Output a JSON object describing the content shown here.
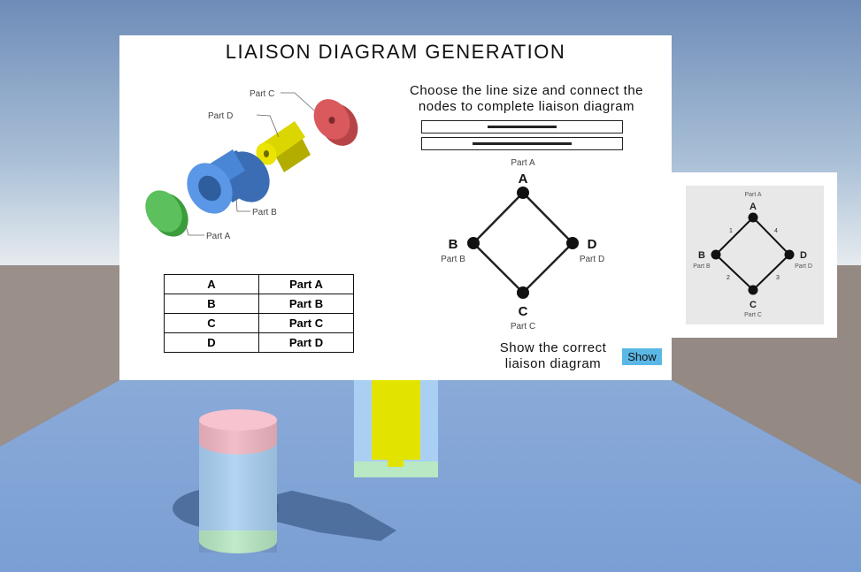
{
  "board": {
    "title": "LIAISON DIAGRAM GENERATION",
    "instruction_line1": "Choose the line size and connect the",
    "instruction_line2": "nodes to complete liaison diagram",
    "show_line1": "Show the correct",
    "show_line2": "liaison diagram",
    "show_button": "Show"
  },
  "exploded_view": {
    "parts": [
      {
        "label": "Part C",
        "color": "#d9595c"
      },
      {
        "label": "Part D",
        "color": "#d9d300"
      },
      {
        "label": "Part B",
        "color": "#4a86d6"
      },
      {
        "label": "Part A",
        "color": "#5cc05c"
      }
    ]
  },
  "part_table": {
    "rows": [
      {
        "key": "A",
        "value": "Part A"
      },
      {
        "key": "B",
        "value": "Part B"
      },
      {
        "key": "C",
        "value": "Part C"
      },
      {
        "key": "D",
        "value": "Part D"
      }
    ]
  },
  "diagram": {
    "nodes": [
      {
        "letter": "A",
        "part": "Part A"
      },
      {
        "letter": "B",
        "part": "Part B"
      },
      {
        "letter": "C",
        "part": "Part C"
      },
      {
        "letter": "D",
        "part": "Part D"
      }
    ]
  },
  "answer": {
    "nodes": [
      {
        "letter": "A",
        "part": "Part A"
      },
      {
        "letter": "B",
        "part": "Part B"
      },
      {
        "letter": "C",
        "part": "Part C"
      },
      {
        "letter": "D",
        "part": "Part D"
      }
    ],
    "edge_numbers": [
      "1",
      "2",
      "3",
      "4"
    ]
  },
  "colors": {
    "sky_top": "#7a96c0",
    "sky_horizon": "#dfe5ea",
    "floor": "#7fa3d6",
    "pink": "#f0b6c2",
    "blue": "#a9d0f2",
    "green": "#b8e8c4",
    "yellow": "#e3e300",
    "button": "#5bb8e6"
  }
}
